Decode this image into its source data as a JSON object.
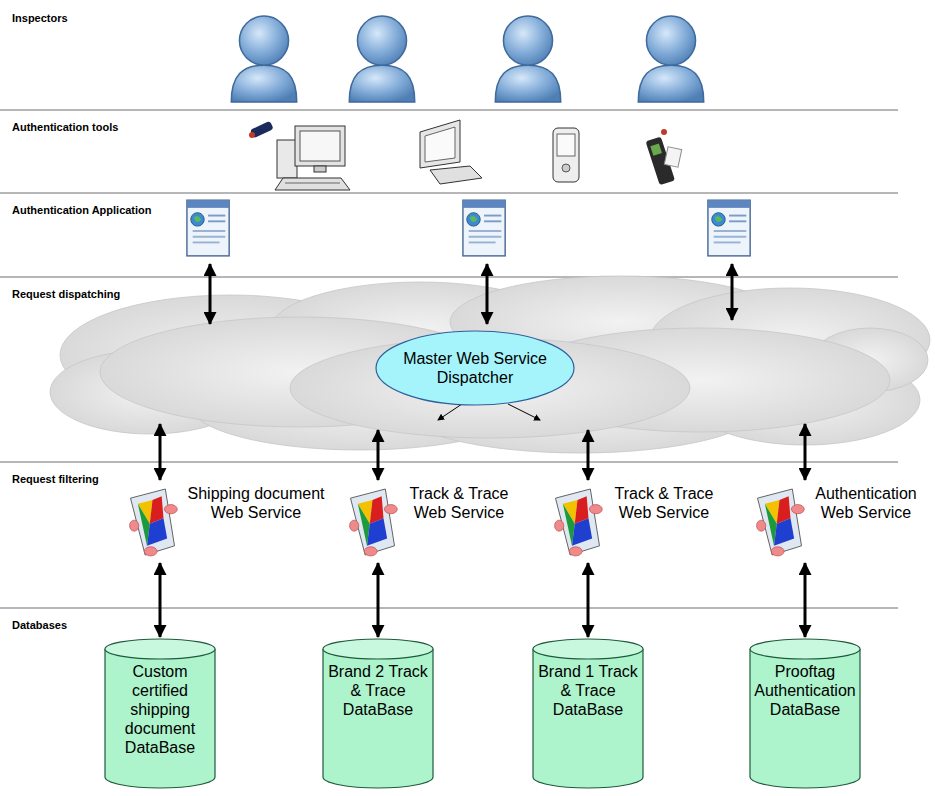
{
  "diagram": {
    "nodes": [
      {
        "text": [
          "Master Web Service Dispatcher"
        ]
      },
      {
        "text": [
          "Shipping document Web Service"
        ]
      },
      {
        "text": [
          "Track & Trace Web Service"
        ]
      },
      {
        "text": [
          "Track & Trace Web Service"
        ]
      },
      {
        "text": [
          "Authentication Web Service"
        ]
      },
      {
        "text": [
          "Custom certified shipping document DataBase"
        ]
      },
      {
        "text": [
          "Brand 2 Track & Trace DataBase"
        ]
      },
      {
        "text": [
          "Brand 1 Track & Trace DataBase"
        ]
      },
      {
        "text": [
          "Prooftag Authentication DataBase"
        ]
      }
    ],
    "edges": [
      {
        "from": 1,
        "to": 5,
        "arrow": "both"
      },
      {
        "from": 2,
        "to": 6,
        "arrow": "both"
      },
      {
        "from": 3,
        "to": 7,
        "arrow": "both"
      },
      {
        "from": 4,
        "to": 8,
        "arrow": "both"
      }
    ],
    "labels": [
      "Inspectors",
      "Authentication tools",
      "Authentication Application",
      "Request dispatching",
      "Request filtering",
      "Databases"
    ]
  }
}
